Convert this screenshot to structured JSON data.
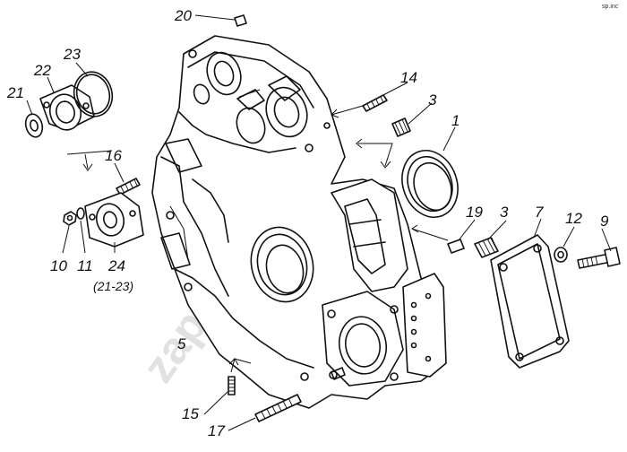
{
  "diagram": {
    "watermark": "zap-kamaz.ru",
    "corner_mark": "sp.inc",
    "callouts": [
      {
        "id": "1",
        "label": "1"
      },
      {
        "id": "3a",
        "label": "3"
      },
      {
        "id": "3b",
        "label": "3"
      },
      {
        "id": "5",
        "label": "5"
      },
      {
        "id": "7",
        "label": "7"
      },
      {
        "id": "9",
        "label": "9"
      },
      {
        "id": "10",
        "label": "10"
      },
      {
        "id": "11",
        "label": "11"
      },
      {
        "id": "12",
        "label": "12"
      },
      {
        "id": "14",
        "label": "14"
      },
      {
        "id": "15",
        "label": "15"
      },
      {
        "id": "16",
        "label": "16"
      },
      {
        "id": "17",
        "label": "17"
      },
      {
        "id": "19",
        "label": "19"
      },
      {
        "id": "20",
        "label": "20"
      },
      {
        "id": "21",
        "label": "21"
      },
      {
        "id": "22",
        "label": "22"
      },
      {
        "id": "23",
        "label": "23"
      },
      {
        "id": "24",
        "label": "24",
        "sublabel": "(21-23)"
      }
    ]
  }
}
